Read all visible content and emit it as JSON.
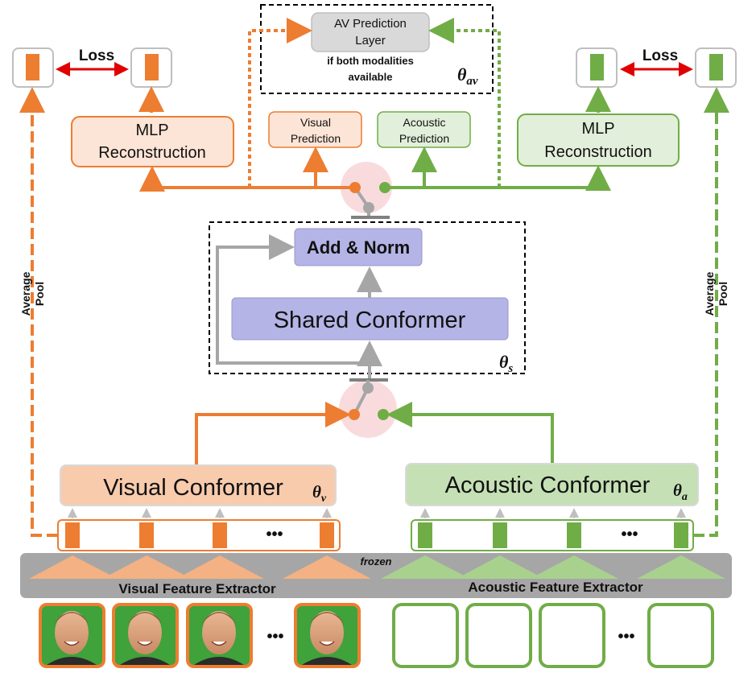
{
  "av_prediction": {
    "title_line1": "AV Prediction",
    "title_line2": "Layer",
    "note_line1": "if both modalities",
    "note_line2": "available",
    "theta": "θ",
    "theta_sub": "av"
  },
  "loss_left": "Loss",
  "loss_right": "Loss",
  "mlp_left": {
    "line1": "MLP",
    "line2": "Reconstruction"
  },
  "mlp_right": {
    "line1": "MLP",
    "line2": "Reconstruction"
  },
  "visual_prediction": {
    "line1": "Visual",
    "line2": "Prediction"
  },
  "acoustic_prediction": {
    "line1": "Acoustic",
    "line2": "Prediction"
  },
  "add_norm": "Add & Norm",
  "shared_conformer": "Shared Conformer",
  "theta_s": {
    "theta": "θ",
    "sub": "s"
  },
  "visual_conformer": {
    "label": "Visual Conformer",
    "theta": "θ",
    "sub": "v"
  },
  "acoustic_conformer": {
    "label": "Acoustic Conformer",
    "theta": "θ",
    "sub": "a"
  },
  "avg_pool_left": {
    "line1": "Average",
    "line2": "Pool"
  },
  "avg_pool_right": {
    "line1": "Average",
    "line2": "Pool"
  },
  "ellipsis": "•••",
  "frozen": "frozen",
  "visual_feature_extractor": "Visual Feature Extractor",
  "acoustic_feature_extractor": "Acoustic Feature Extractor",
  "colors": {
    "orange": "#ED7D31",
    "green": "#70AD47",
    "gray": "#A6A6A6",
    "purple_box": "#B4B4E6",
    "red": "#E00000"
  }
}
